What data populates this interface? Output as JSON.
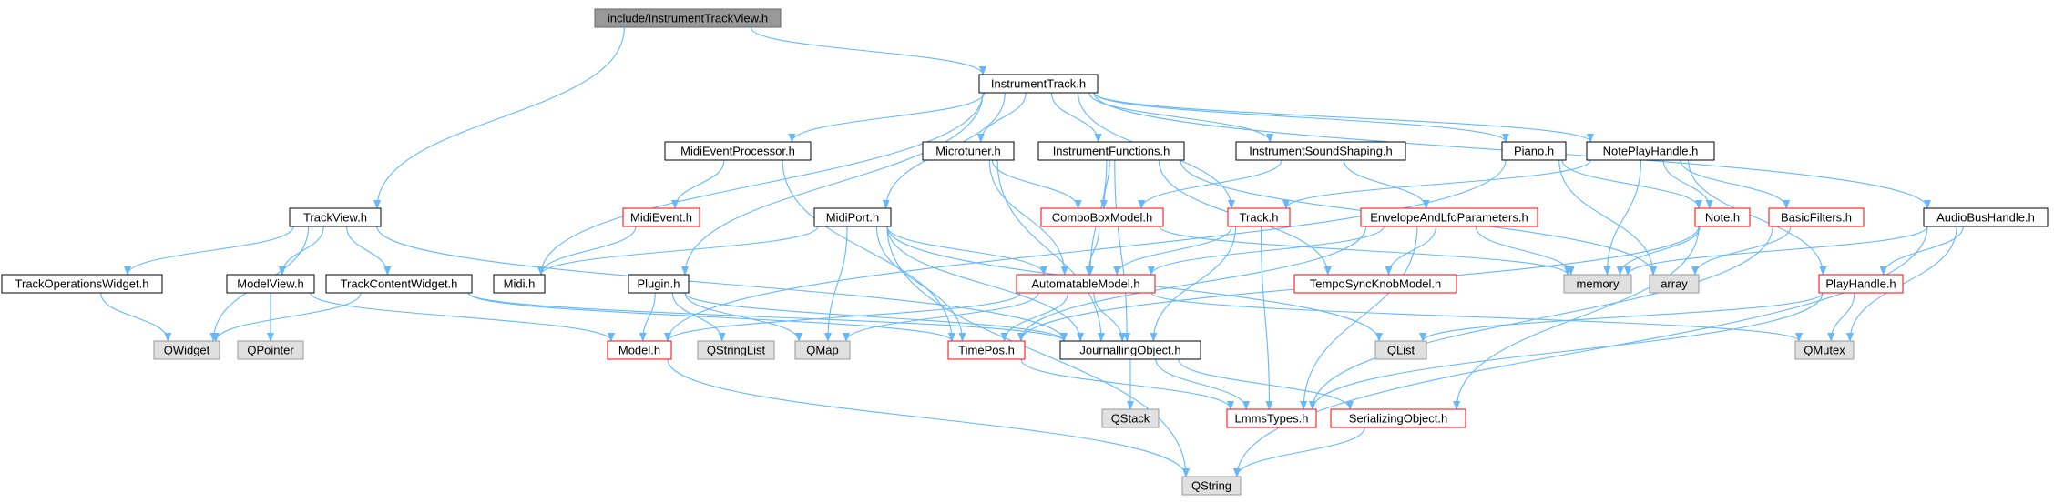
{
  "colors": {
    "edge": "#63b8ff",
    "normal_fill": "#ffffff",
    "normal_stroke": "#000000",
    "truncated_stroke": "#ff0000",
    "external_fill": "#e0e0e0",
    "external_stroke": "#999999",
    "root_fill": "#999999",
    "root_stroke": "#666666"
  },
  "nodes": {
    "root": "include/InstrumentTrackView.h",
    "instrument_track": "InstrumentTrack.h",
    "track_view": "TrackView.h",
    "midi_event_processor": "MidiEventProcessor.h",
    "microtuner": "Microtuner.h",
    "instrument_functions": "InstrumentFunctions.h",
    "instrument_sound_shaping": "InstrumentSoundShaping.h",
    "piano": "Piano.h",
    "note_play_handle": "NotePlayHandle.h",
    "audio_bus_handle": "AudioBusHandle.h",
    "midi_event": "MidiEvent.h",
    "midi_port": "MidiPort.h",
    "combo_box_model": "ComboBoxModel.h",
    "track": "Track.h",
    "envelope_lfo": "EnvelopeAndLfoParameters.h",
    "note": "Note.h",
    "basic_filters": "BasicFilters.h",
    "track_operations_widget": "TrackOperationsWidget.h",
    "model_view": "ModelView.h",
    "track_content_widget": "TrackContentWidget.h",
    "midi": "Midi.h",
    "plugin": "Plugin.h",
    "automatable_model": "AutomatableModel.h",
    "tempo_sync_knob_model": "TempoSyncKnobModel.h",
    "memory": "memory",
    "array": "array",
    "play_handle": "PlayHandle.h",
    "qwidget": "QWidget",
    "qpointer": "QPointer",
    "model": "Model.h",
    "qstringlist": "QStringList",
    "qmap": "QMap",
    "time_pos": "TimePos.h",
    "journalling_object": "JournallingObject.h",
    "qlist": "QList",
    "qmutex": "QMutex",
    "qstack": "QStack",
    "lmms_types": "LmmsTypes.h",
    "serializing_object": "SerializingObject.h",
    "qstring": "QString"
  }
}
